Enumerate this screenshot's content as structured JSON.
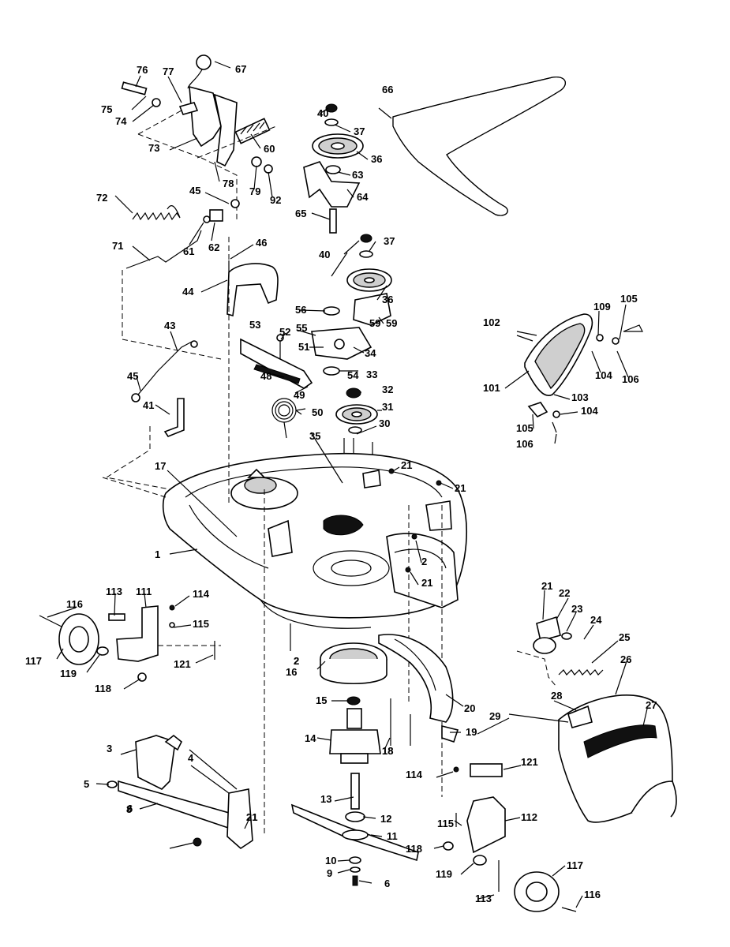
{
  "labels": [
    "1",
    "2",
    "2",
    "2",
    "3",
    "4",
    "5",
    "6",
    "6",
    "8",
    "9",
    "10",
    "11",
    "12",
    "13",
    "14",
    "15",
    "16",
    "17",
    "18",
    "18",
    "19",
    "20",
    "21",
    "21",
    "21",
    "21",
    "21",
    "21",
    "22",
    "23",
    "24",
    "25",
    "26",
    "27",
    "28",
    "29",
    "30",
    "31",
    "32",
    "33",
    "34",
    "35",
    "36",
    "36",
    "37",
    "37",
    "40",
    "40",
    "41",
    "43",
    "44",
    "45",
    "45",
    "46",
    "48",
    "49",
    "50",
    "51",
    "52",
    "53",
    "54",
    "55",
    "56",
    "59",
    "59",
    "60",
    "61",
    "62",
    "63",
    "64",
    "65",
    "66",
    "67",
    "68",
    "71",
    "72",
    "73",
    "74",
    "75",
    "76",
    "77",
    "78",
    "79",
    "92",
    "101",
    "102",
    "103",
    "104",
    "104",
    "105",
    "105",
    "106",
    "106",
    "109",
    "111",
    "112",
    "113",
    "113",
    "114",
    "114",
    "115",
    "115",
    "116",
    "116",
    "117",
    "117",
    "118",
    "118",
    "119",
    "119",
    "121",
    "121"
  ]
}
